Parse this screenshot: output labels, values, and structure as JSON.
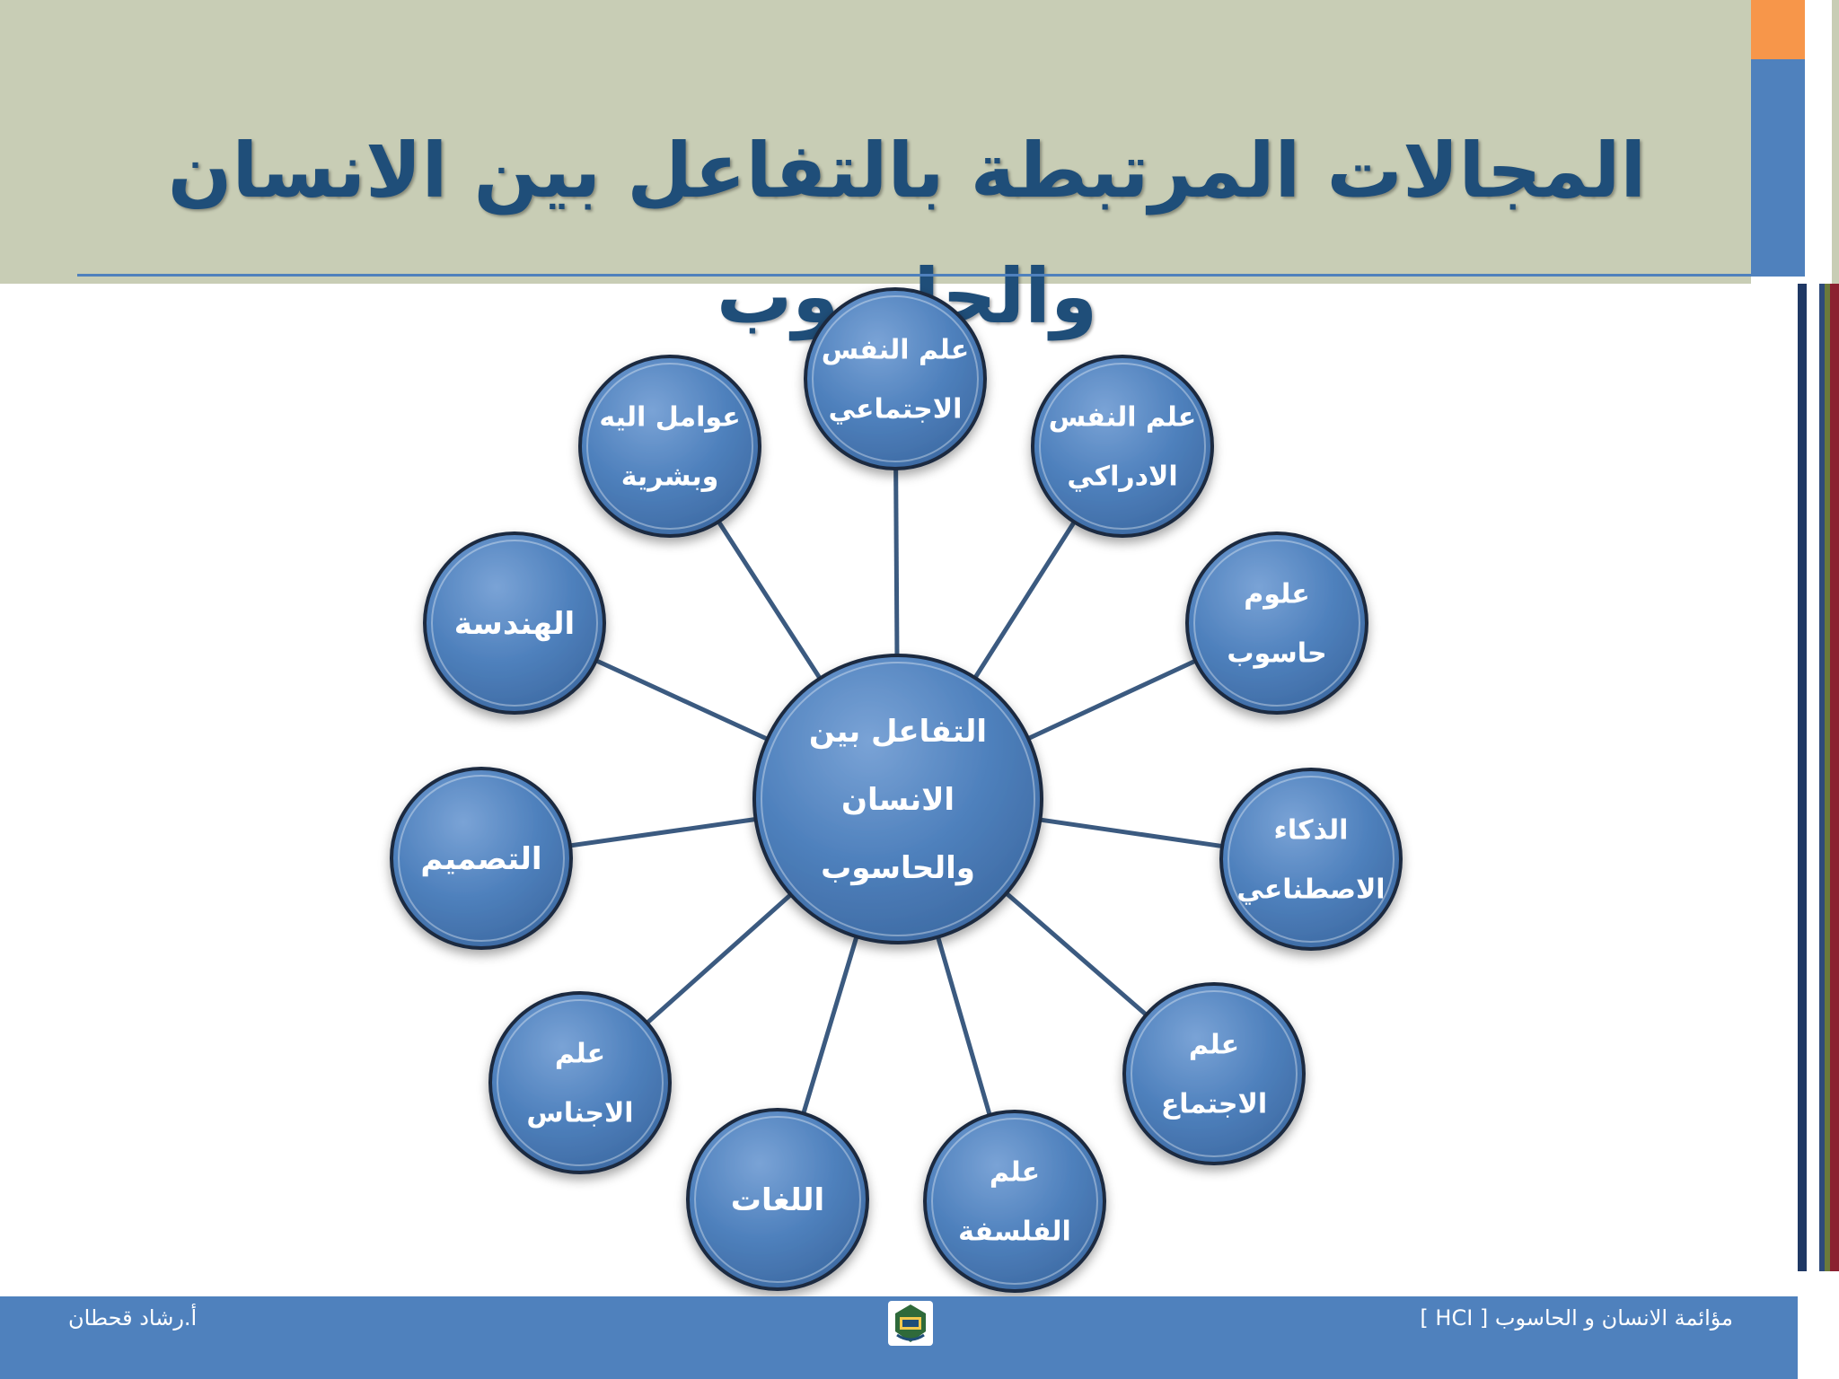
{
  "slide": {
    "title": "المجالات المرتبطة بالتفاعل بين الانسان والحاسوب"
  },
  "diagram": {
    "center": {
      "lines": [
        "التفاعل بين",
        "الانسان",
        "والحاسوب"
      ]
    },
    "nodes": [
      {
        "id": "social-psychology",
        "lines": [
          "علم النفس",
          "الاجتماعي"
        ]
      },
      {
        "id": "cognitive-psychology",
        "lines": [
          "علم النفس",
          "الادراكي"
        ]
      },
      {
        "id": "computer-science",
        "lines": [
          "علوم",
          "حاسوب"
        ]
      },
      {
        "id": "artificial-intelligence",
        "lines": [
          "الذكاء",
          "الاصطناعي"
        ]
      },
      {
        "id": "sociology",
        "lines": [
          "علم",
          "الاجتماع"
        ]
      },
      {
        "id": "philosophy",
        "lines": [
          "علم",
          "الفلسفة"
        ]
      },
      {
        "id": "languages",
        "lines": [
          "اللغات"
        ]
      },
      {
        "id": "anthropology",
        "lines": [
          "علم",
          "الاجناس"
        ]
      },
      {
        "id": "design",
        "lines": [
          "التصميم"
        ]
      },
      {
        "id": "engineering",
        "lines": [
          "الهندسة"
        ]
      },
      {
        "id": "ergonomics",
        "lines": [
          "عوامل اليه",
          "وبشرية"
        ]
      }
    ]
  },
  "footer": {
    "author": "أ.رشاد قحطان",
    "course": "مؤائمة الانسان و الحاسوب [ HCI ]",
    "logo_icon": "university-logo-icon"
  },
  "colors": {
    "header_bg": "#c8cdb5",
    "accent_orange": "#f7964a",
    "accent_blue": "#4f81bd",
    "node_fill": "#4f81bd",
    "node_stroke": "#1b2a41",
    "title_color": "#1f4e79"
  }
}
